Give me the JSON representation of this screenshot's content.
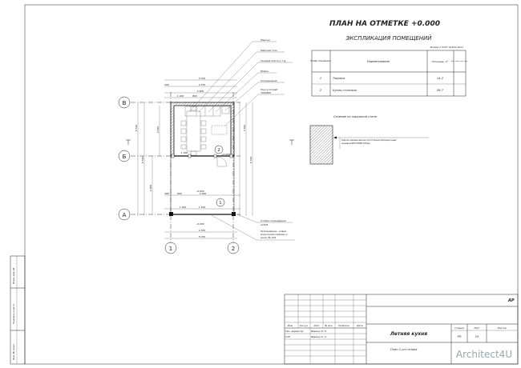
{
  "title": "ПЛАН НА ОТМЕТКЕ +0.000",
  "explication": {
    "title": "ЭКСПЛИКАЦИЯ ПОМЕЩЕНИЙ",
    "form": "Форма 2 ГОСТ 21501-2011",
    "headers": [
      "Номер помещения",
      "Наименование",
      "Площадь, м²",
      "Кат. поме- ще- ния"
    ],
    "rows": [
      {
        "num": "1",
        "name": "Терраса",
        "area": "14,2"
      },
      {
        "num": "2",
        "name": "Кухня-столовая",
        "area": "26,7"
      }
    ]
  },
  "section": {
    "title": "Сечение по наружной стене",
    "note1": "Кирпич керамический пустотелый облицовочный",
    "note2": "лицевой ЖЕСТОВИ 250мм"
  },
  "axes": {
    "rows": [
      "В",
      "Б",
      "А"
    ],
    "cols": [
      "1",
      "2"
    ]
  },
  "rooms": [
    "1",
    "2"
  ],
  "leaders": [
    "Мангал",
    "Рабочий стол",
    "Газовая плита и т.д.",
    "Мойка",
    "Холодильник",
    "Люк в погреб",
    "700х800",
    "Стойки ограждения",
    "лс5х5",
    "Ограждение - ковка",
    "www.kovka-metalla.ru",
    "эскиз № 201"
  ],
  "levels": [
    "+0.000",
    "-0.050",
    "-0.050"
  ],
  "dims": {
    "overall": "5 070",
    "inner": "4 570",
    "kitchen": "3 600",
    "seg1": "1 200",
    "seg2": "800",
    "wall": "250",
    "height_total": "6 540",
    "height_room": "3 840",
    "height_terr": "2 800",
    "d1": "1 300",
    "d2": "1 545",
    "d3": "2 000",
    "d4": "900",
    "d5": "1 000",
    "d6": "380"
  },
  "title_block": {
    "code": "АР",
    "cols": [
      "Изм",
      "Кол.уч",
      "Лист",
      "№ док",
      "Подпись",
      "Дата"
    ],
    "people": [
      {
        "role": "Ген. директор",
        "name": "Бевзюк Э. Н."
      },
      {
        "role": "ГАП",
        "name": "Бевзюк О. З."
      }
    ],
    "project": "Летняя кухня",
    "sheet_title": "План 1-ого этажа",
    "stage_label": "Стадия",
    "sheet_label": "Лист",
    "sheets_label": "Листов",
    "stage": "РП",
    "sheet": "10",
    "logo": "Architect4U"
  },
  "side_stamp": [
    "Инв. № подл.",
    "Подпись и дата",
    "Взам. инв. №"
  ]
}
